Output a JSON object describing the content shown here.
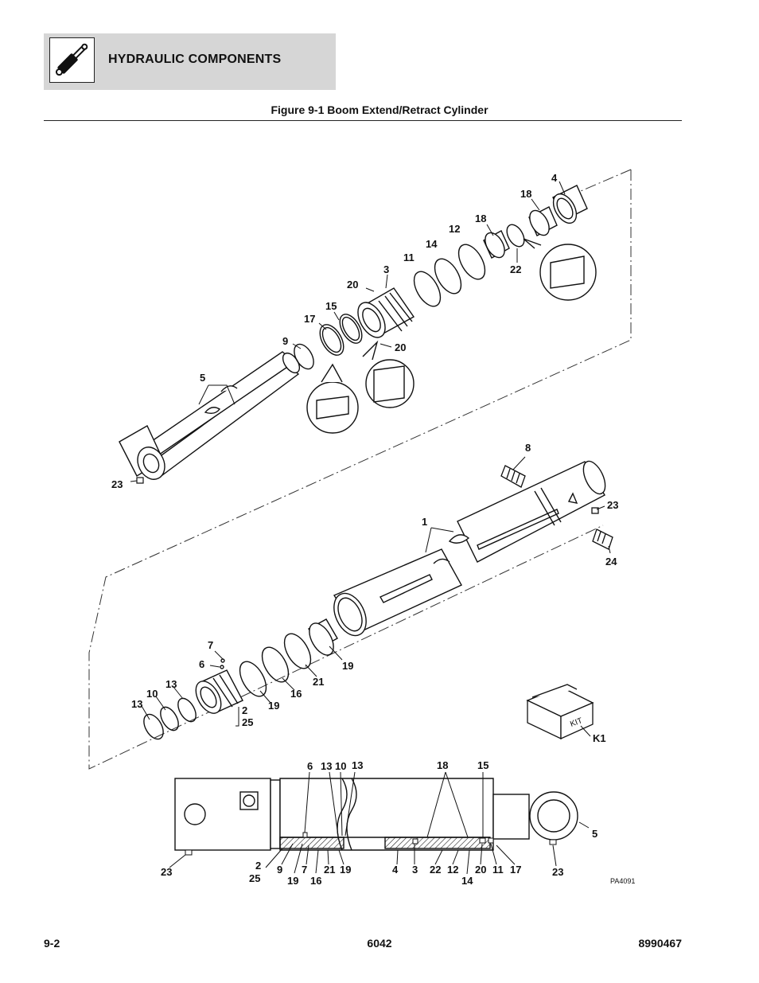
{
  "header": {
    "section_title": "HYDRAULIC COMPONENTS",
    "icon": "hydraulic-cylinder-icon"
  },
  "figure": {
    "caption": "Figure 9-1 Boom Extend/Retract Cylinder",
    "ref_code": "PA4091",
    "kit_label": "KIT"
  },
  "callouts": {
    "c4": "4",
    "c18a": "18",
    "c18b": "18",
    "c12": "12",
    "c14": "14",
    "c11": "11",
    "c22": "22",
    "c3": "3",
    "c20a": "20",
    "c20b": "20",
    "c15": "15",
    "c17": "17",
    "c9": "9",
    "c5": "5",
    "c23a": "23",
    "c8": "8",
    "c23b": "23",
    "c1": "1",
    "c24": "24",
    "c7": "7",
    "c6": "6",
    "c19a": "19",
    "c21": "21",
    "c16": "16",
    "c19b": "19",
    "c13a": "13",
    "c10": "10",
    "c13b": "13",
    "c2": "2",
    "c25": "25",
    "cK1": "K1",
    "s6": "6",
    "s13a": "13",
    "s10": "10",
    "s13b": "13",
    "s18": "18",
    "s15": "15",
    "s5": "5",
    "s23a": "23",
    "s2": "2",
    "s25": "25",
    "s9": "9",
    "s19a": "19",
    "s7": "7",
    "s16": "16",
    "s21": "21",
    "s19b": "19",
    "s4": "4",
    "s3": "3",
    "s22": "22",
    "s12": "12",
    "s14": "14",
    "s20": "20",
    "s11": "11",
    "s17": "17",
    "s23b": "23"
  },
  "footer": {
    "page_number": "9-2",
    "model": "6042",
    "part_number": "8990467"
  }
}
